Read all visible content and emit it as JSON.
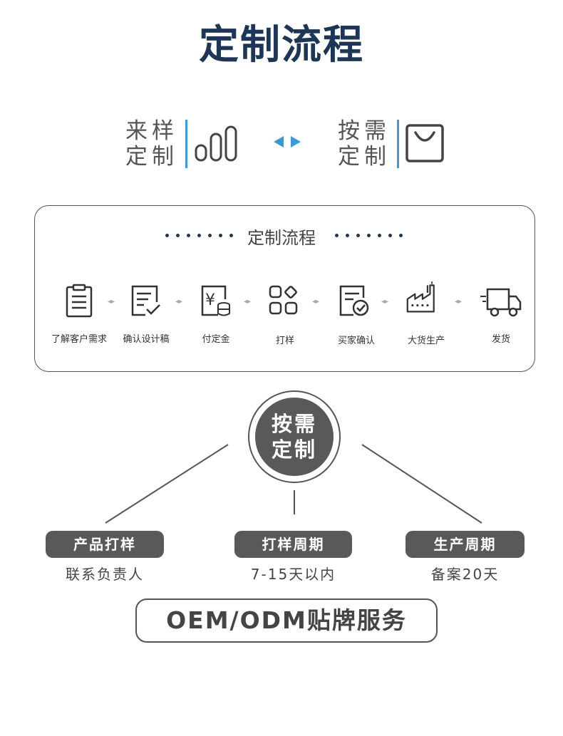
{
  "title": "定制流程",
  "modes": {
    "left_line1": "来样",
    "left_line2": "定制",
    "right_line1": "按需",
    "right_line2": "定制",
    "left_icon": "bar-chart-icon",
    "right_icon": "shopping-bag-icon",
    "accent_color": "#3a9ad9"
  },
  "process": {
    "title": "定制流程",
    "steps": [
      {
        "label": "了解客户需求",
        "icon": "clipboard-icon"
      },
      {
        "label": "确认设计稿",
        "icon": "document-check-icon"
      },
      {
        "label": "付定金",
        "icon": "yen-coins-icon"
      },
      {
        "label": "打样",
        "icon": "grid-shapes-icon"
      },
      {
        "label": "买家确认",
        "icon": "approve-document-icon"
      },
      {
        "label": "大货生产",
        "icon": "factory-icon"
      },
      {
        "label": "发货",
        "icon": "delivery-truck-icon"
      }
    ]
  },
  "center": {
    "line1": "按需",
    "line2": "定制"
  },
  "branches": [
    {
      "label": "产品打样",
      "sub": "联系负责人"
    },
    {
      "label": "打样周期",
      "sub": "7-15天以内"
    },
    {
      "label": "生产周期",
      "sub": "备案20天"
    }
  ],
  "oem": "OEM/ODM贴牌服务",
  "colors": {
    "title": "#1d3557",
    "dark_gray": "#595959"
  }
}
